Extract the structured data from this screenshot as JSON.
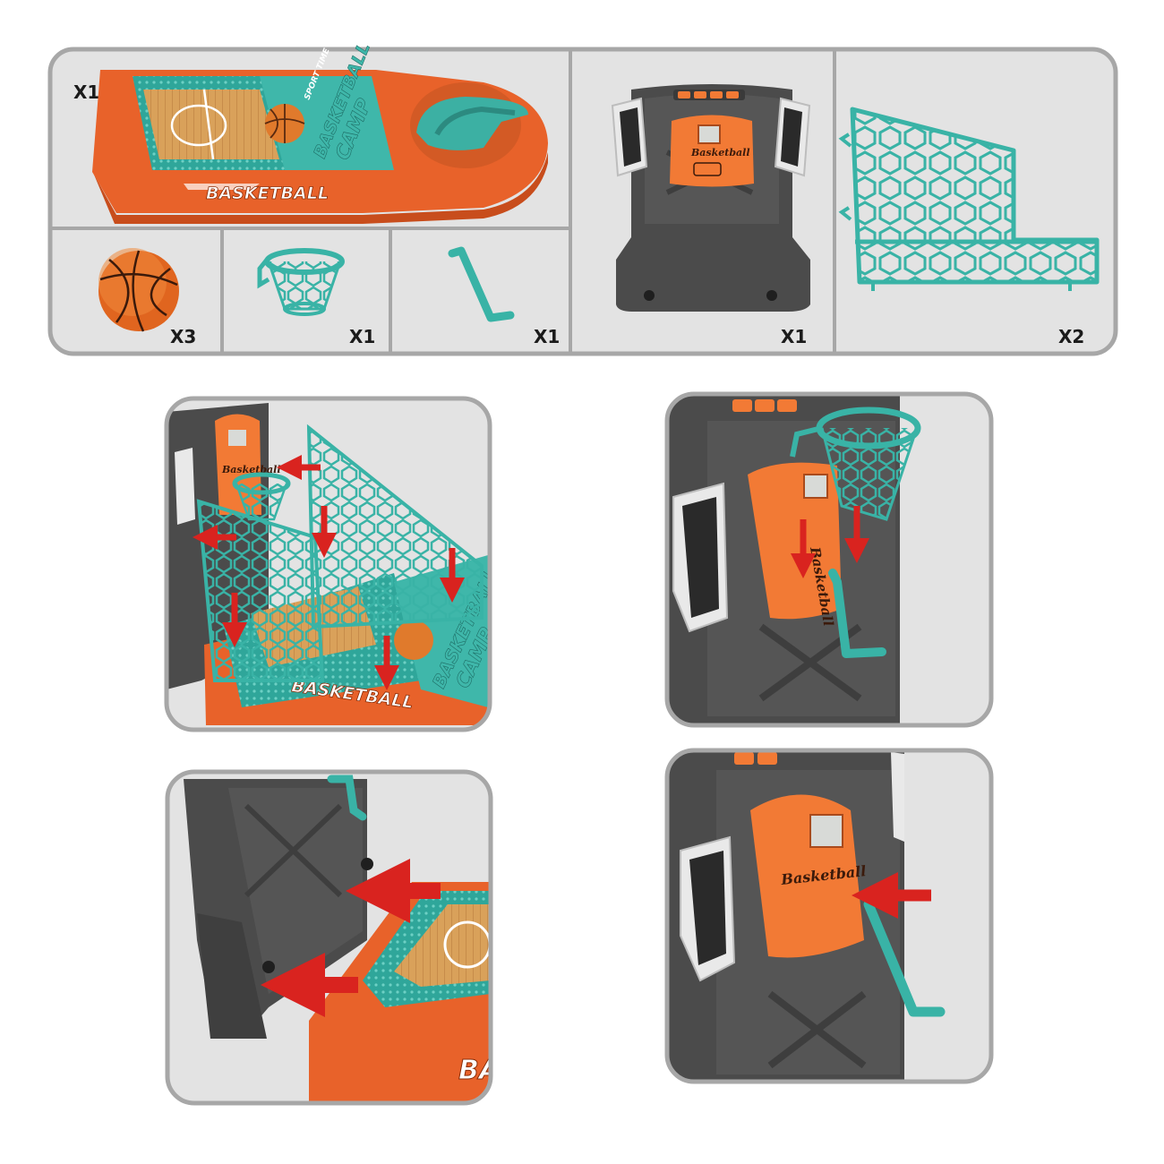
{
  "parts": [
    {
      "id": "board",
      "qty": "X1",
      "logo": "BASKETBALL",
      "title_1": "BASKETBALL",
      "title_2": "CAMP",
      "subtitle": "SPORT TIME"
    },
    {
      "id": "ball",
      "qty": "X3"
    },
    {
      "id": "hoop",
      "qty": "X1"
    },
    {
      "id": "crank",
      "qty": "X1"
    },
    {
      "id": "backboard",
      "qty": "X1",
      "label": "Basketball"
    },
    {
      "id": "net-panel",
      "qty": "X2"
    }
  ],
  "steps": [
    {
      "id": "attach-nets",
      "label": "Basketball",
      "logo": "BASKETBALL",
      "title_1": "BASKETBALL",
      "title_2": "CAMP"
    },
    {
      "id": "attach-hoop",
      "label": "Basketball"
    },
    {
      "id": "attach-board",
      "logo": "BA"
    },
    {
      "id": "attach-scoreboard",
      "label": "Basketball"
    }
  ],
  "colors": {
    "panel_bg": "#e3e3e3",
    "panel_border": "#a7a7a7",
    "orange": "#e8622a",
    "orange_light": "#f47b3a",
    "teal": "#39b3a6",
    "dark_body": "#4b4b4b",
    "arrow_red": "#d9231f",
    "wood": "#d9a15a"
  }
}
